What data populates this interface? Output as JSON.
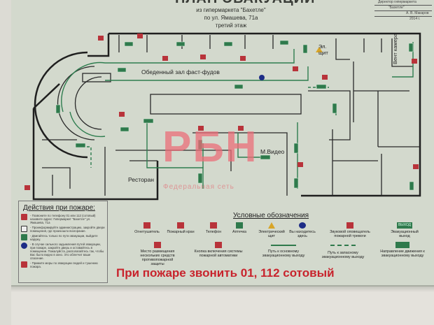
{
  "header": {
    "title": "ПЛАН ЭВАКУАЦИИ",
    "line1": "из гипермаркета \"Бахетле\"",
    "line2": "по ул. Ямашева, 71а",
    "line3": "третий этаж"
  },
  "approval": {
    "role": "Директор гипермаркета",
    "org": "\"Бахетле\"",
    "name": "А. В. Макаров",
    "year": "2014 г."
  },
  "plan_labels": {
    "food_court": "Обеденный зал фаст-фудов",
    "restaurant": "Ресторан",
    "mvideo": "М.Видео",
    "el_panel": "Эл. щит",
    "vent": "Вент камера"
  },
  "watermark": {
    "logo": "РБН",
    "sub": "Федеральная сеть"
  },
  "actions": {
    "title": "Действия при пожаре:",
    "items": [
      {
        "icon": "phone-icon",
        "text": "- Позвоните по телефону 01 или 112 (сотовый) назовите адрес: Гипермаркет \"Бахетле\" ул. Ямашева, 71а"
      },
      {
        "icon": "door-icon",
        "text": "- Проинформируйте администрацию, закройте двери помещения, где произошло возгорание."
      },
      {
        "icon": "exit-icon",
        "text": "- Двигайтесь только по пути эвакуации, выйдите наружу."
      },
      {
        "icon": "info-icon",
        "text": "- В случае сильного задымления путей эвакуации, при пожаре, закройте дверь и оставайтесь в помещении. Пожалуйста, располагайтесь так, чтобы Вас было видно в окно. Это облегчит ваше спасение."
      },
      {
        "icon": "extinguisher-icon",
        "text": "- Примите меры по эвакуации людей и тушению пожара."
      }
    ]
  },
  "legend": {
    "title": "Условные обозначения",
    "items": [
      {
        "label": "Огнетушитель",
        "icon": "extinguisher-icon",
        "color": "#b8333a"
      },
      {
        "label": "Пожарный кран",
        "icon": "fire-hydrant-icon",
        "color": "#b8333a"
      },
      {
        "label": "Телефон",
        "icon": "phone-icon",
        "color": "#b8333a"
      },
      {
        "label": "Аптечка",
        "icon": "first-aid-icon",
        "color": "#2f7a4c"
      },
      {
        "label": "Электрический щит",
        "icon": "electric-warning-icon",
        "color": "#d8a527"
      },
      {
        "label": "Вы находитесь здесь",
        "icon": "you-are-here-icon",
        "color": "#1d2c86"
      },
      {
        "label": "Звуковой оповещатель пожарной тревоги",
        "icon": "fire-alarm-icon",
        "color": "#b8333a"
      },
      {
        "label": "Эвакуационный выход",
        "icon": "exit-sign-icon",
        "color": "#2f7a4c",
        "sign": "ВЫХОД"
      },
      {
        "label": "Место размещения нескольких средств противопожарной защиты",
        "icon": "fire-equipment-icon",
        "color": "#b8333a"
      },
      {
        "label": "Кнопка включения системы пожарной автоматики",
        "icon": "fire-button-icon",
        "color": "#b8333a"
      },
      {
        "label": "Путь к основному эвакуационному выходу",
        "icon": "main-route-arrow-icon",
        "color": "#2f7a4c"
      },
      {
        "label": "Путь к запасному эвакуационному выходу",
        "icon": "spare-route-arrow-icon",
        "color": "#2f7a4c"
      },
      {
        "label": "Направление движения к эвакуационному выходу",
        "icon": "direction-sign-icon",
        "color": "#2f7a4c"
      }
    ]
  },
  "footer": {
    "fire_call": "При пожаре звонить 01, 112 сотовый"
  }
}
